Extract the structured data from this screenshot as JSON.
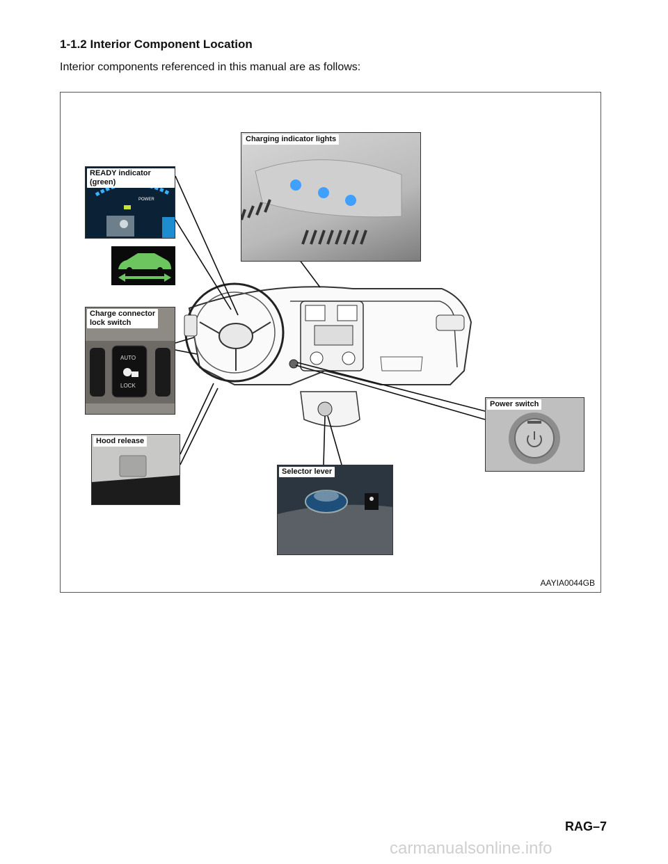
{
  "section": {
    "heading": "1-1.2  Interior Component Location",
    "intro": "Interior components referenced in this manual are as follows:"
  },
  "figure": {
    "id": "AAYIA0044GB",
    "callouts": {
      "charging_indicator": "Charging indicator lights",
      "ready_indicator": "READY indicator (green)",
      "charge_connector": "Charge connector\nlock switch",
      "hood_release": "Hood release",
      "power_switch": "Power switch",
      "selector_lever": "Selector lever"
    },
    "panel_text": {
      "auto": "AUTO",
      "lock": "LOCK",
      "power": "POWER"
    }
  },
  "page_number": "RAG–7",
  "watermark": "carmanualsonline.info"
}
